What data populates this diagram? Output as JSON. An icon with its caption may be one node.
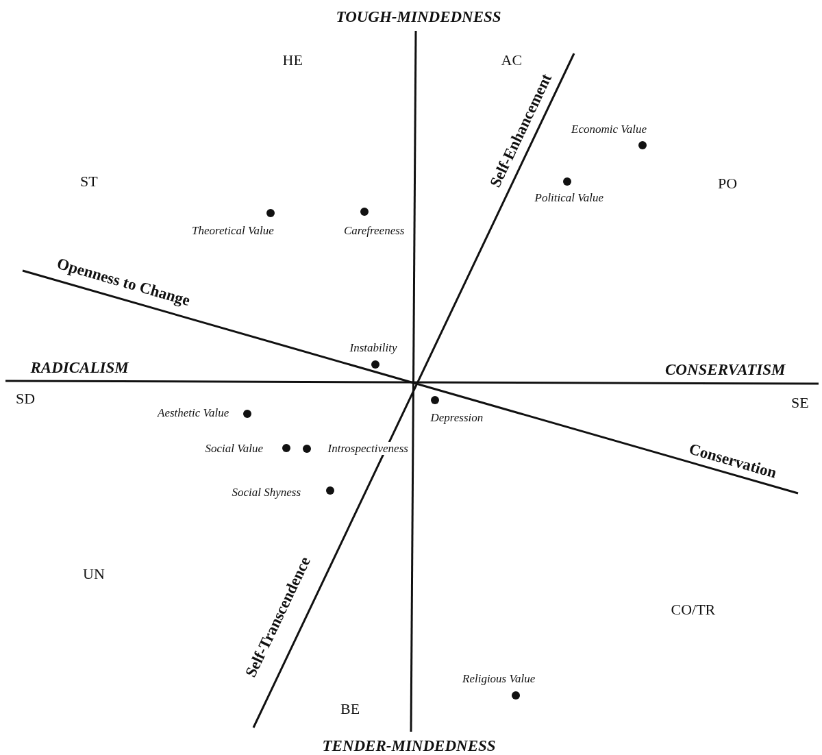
{
  "diagram": {
    "labels": [
      "TOUGH-MINDEDNESS",
      "HE",
      "AC",
      "Self-Enhancement",
      "Economic Value",
      "ST",
      "Political Value",
      "PO",
      "Theoretical Value",
      "Carefreeness",
      "Openness to Change",
      "Instability",
      "RADICALISM",
      "CONSERVATISM",
      "SD",
      "SE",
      "Aesthetic Value",
      "Depression",
      "Social Value",
      "Introspectiveness",
      "Social Shyness",
      "Conservation",
      "UN",
      "Self-Transcendence",
      "CO/TR",
      "Religious Value",
      "BE",
      "TENDER-MINDEDNESS"
    ]
  }
}
